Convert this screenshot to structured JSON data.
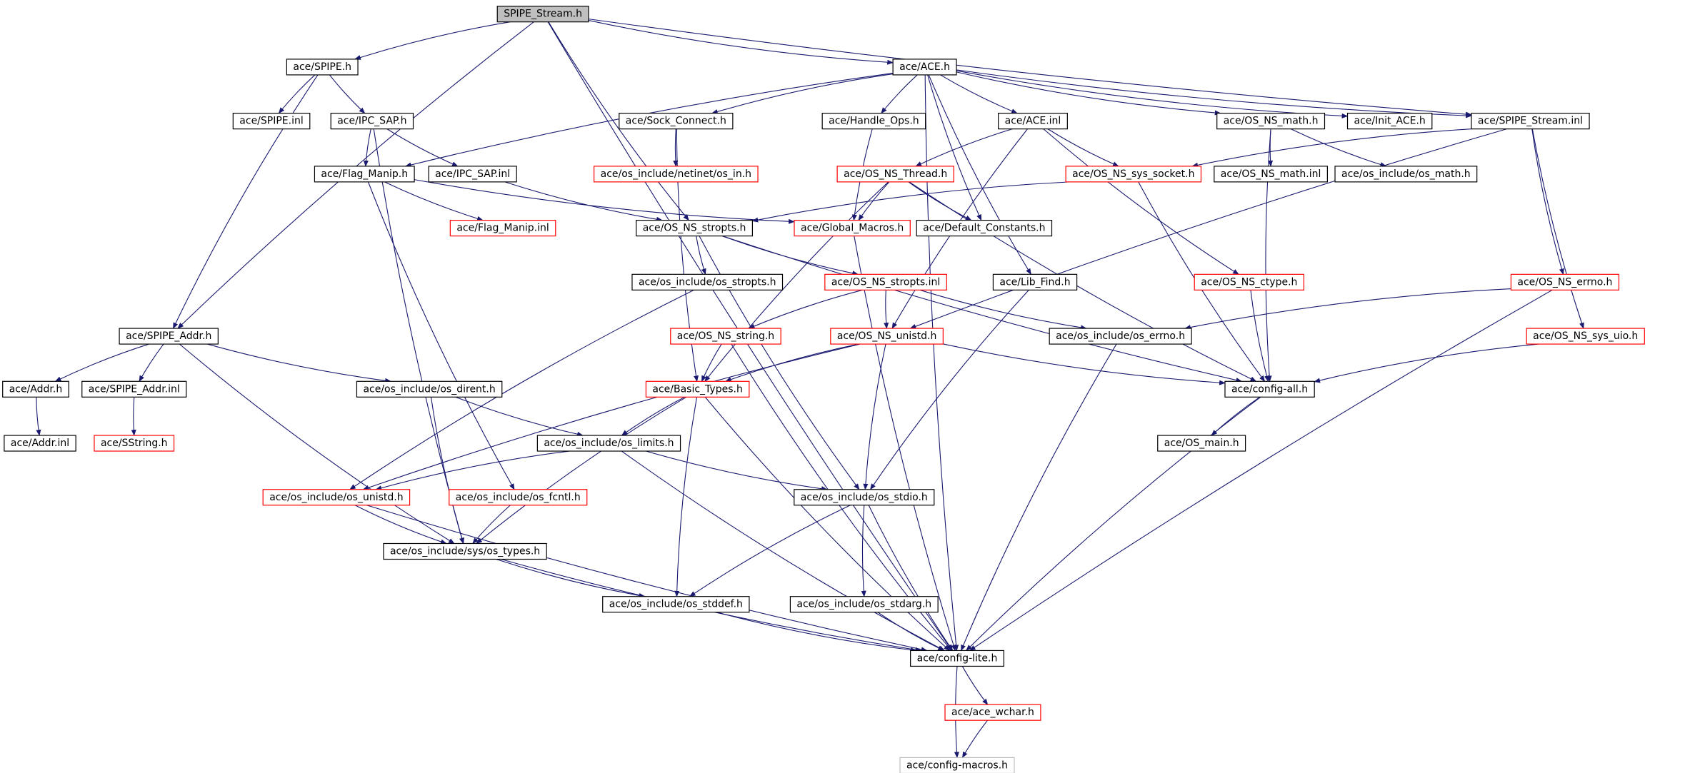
{
  "colors": {
    "edge": "#191970",
    "border_normal": "#000000",
    "border_truncated": "#ff0000",
    "border_external": "#bfbfbf",
    "root_fill": "#bfbfbf",
    "fill": "#ffffff"
  },
  "nodes": [
    {
      "id": "spipe_stream_h",
      "label": "SPIPE_Stream.h",
      "kind": "root"
    },
    {
      "id": "ace_spipe_h",
      "label": "ace/SPIPE.h",
      "kind": "normal"
    },
    {
      "id": "ace_ace_h",
      "label": "ace/ACE.h",
      "kind": "normal"
    },
    {
      "id": "ace_spipe_inl",
      "label": "ace/SPIPE.inl",
      "kind": "normal"
    },
    {
      "id": "ace_ipc_sap_h",
      "label": "ace/IPC_SAP.h",
      "kind": "normal"
    },
    {
      "id": "ace_sock_connect_h",
      "label": "ace/Sock_Connect.h",
      "kind": "normal"
    },
    {
      "id": "ace_handle_ops_h",
      "label": "ace/Handle_Ops.h",
      "kind": "normal"
    },
    {
      "id": "ace_ace_inl",
      "label": "ace/ACE.inl",
      "kind": "normal"
    },
    {
      "id": "ace_os_ns_math_h",
      "label": "ace/OS_NS_math.h",
      "kind": "normal"
    },
    {
      "id": "ace_init_ace_h",
      "label": "ace/Init_ACE.h",
      "kind": "normal"
    },
    {
      "id": "ace_spipe_stream_inl",
      "label": "ace/SPIPE_Stream.inl",
      "kind": "normal"
    },
    {
      "id": "ace_flag_manip_h",
      "label": "ace/Flag_Manip.h",
      "kind": "normal"
    },
    {
      "id": "ace_ipc_sap_inl",
      "label": "ace/IPC_SAP.inl",
      "kind": "normal"
    },
    {
      "id": "os_in_h",
      "label": "ace/os_include/netinet/os_in.h",
      "kind": "truncated"
    },
    {
      "id": "ace_os_ns_thread_h",
      "label": "ace/OS_NS_Thread.h",
      "kind": "truncated"
    },
    {
      "id": "ace_os_ns_sys_socket_h",
      "label": "ace/OS_NS_sys_socket.h",
      "kind": "truncated"
    },
    {
      "id": "ace_os_ns_math_inl",
      "label": "ace/OS_NS_math.inl",
      "kind": "normal"
    },
    {
      "id": "os_math_h",
      "label": "ace/os_include/os_math.h",
      "kind": "normal"
    },
    {
      "id": "ace_flag_manip_inl",
      "label": "ace/Flag_Manip.inl",
      "kind": "truncated"
    },
    {
      "id": "ace_os_ns_stropts_h",
      "label": "ace/OS_NS_stropts.h",
      "kind": "normal"
    },
    {
      "id": "ace_global_macros_h",
      "label": "ace/Global_Macros.h",
      "kind": "truncated"
    },
    {
      "id": "ace_default_constants_h",
      "label": "ace/Default_Constants.h",
      "kind": "normal"
    },
    {
      "id": "os_stropts_h",
      "label": "ace/os_include/os_stropts.h",
      "kind": "normal"
    },
    {
      "id": "ace_os_ns_stropts_inl",
      "label": "ace/OS_NS_stropts.inl",
      "kind": "truncated"
    },
    {
      "id": "ace_lib_find_h",
      "label": "ace/Lib_Find.h",
      "kind": "normal"
    },
    {
      "id": "ace_os_ns_ctype_h",
      "label": "ace/OS_NS_ctype.h",
      "kind": "truncated"
    },
    {
      "id": "ace_os_ns_errno_h",
      "label": "ace/OS_NS_errno.h",
      "kind": "truncated"
    },
    {
      "id": "ace_spipe_addr_h",
      "label": "ace/SPIPE_Addr.h",
      "kind": "normal"
    },
    {
      "id": "ace_os_ns_string_h",
      "label": "ace/OS_NS_string.h",
      "kind": "truncated"
    },
    {
      "id": "ace_os_ns_unistd_h",
      "label": "ace/OS_NS_unistd.h",
      "kind": "truncated"
    },
    {
      "id": "os_errno_h",
      "label": "ace/os_include/os_errno.h",
      "kind": "normal"
    },
    {
      "id": "ace_os_ns_sys_uio_h",
      "label": "ace/OS_NS_sys_uio.h",
      "kind": "truncated"
    },
    {
      "id": "ace_addr_h",
      "label": "ace/Addr.h",
      "kind": "normal"
    },
    {
      "id": "ace_spipe_addr_inl",
      "label": "ace/SPIPE_Addr.inl",
      "kind": "normal"
    },
    {
      "id": "os_dirent_h",
      "label": "ace/os_include/os_dirent.h",
      "kind": "normal"
    },
    {
      "id": "ace_basic_types_h",
      "label": "ace/Basic_Types.h",
      "kind": "truncated"
    },
    {
      "id": "ace_config_all_h",
      "label": "ace/config-all.h",
      "kind": "normal"
    },
    {
      "id": "ace_addr_inl",
      "label": "ace/Addr.inl",
      "kind": "normal"
    },
    {
      "id": "ace_sstring_h",
      "label": "ace/SString.h",
      "kind": "truncated"
    },
    {
      "id": "os_limits_h",
      "label": "ace/os_include/os_limits.h",
      "kind": "normal"
    },
    {
      "id": "ace_os_main_h",
      "label": "ace/OS_main.h",
      "kind": "normal"
    },
    {
      "id": "os_unistd_h",
      "label": "ace/os_include/os_unistd.h",
      "kind": "truncated"
    },
    {
      "id": "os_fcntl_h",
      "label": "ace/os_include/os_fcntl.h",
      "kind": "truncated"
    },
    {
      "id": "os_stdio_h",
      "label": "ace/os_include/os_stdio.h",
      "kind": "normal"
    },
    {
      "id": "sys_os_types_h",
      "label": "ace/os_include/sys/os_types.h",
      "kind": "normal"
    },
    {
      "id": "os_stddef_h",
      "label": "ace/os_include/os_stddef.h",
      "kind": "normal"
    },
    {
      "id": "os_stdarg_h",
      "label": "ace/os_include/os_stdarg.h",
      "kind": "normal"
    },
    {
      "id": "ace_config_lite_h",
      "label": "ace/config-lite.h",
      "kind": "normal"
    },
    {
      "id": "ace_ace_wchar_h",
      "label": "ace/ace_wchar.h",
      "kind": "truncated"
    },
    {
      "id": "ace_config_macros_h",
      "label": "ace/config-macros.h",
      "kind": "external"
    }
  ],
  "edges": [
    [
      "spipe_stream_h",
      "ace_spipe_h"
    ],
    [
      "spipe_stream_h",
      "ace_ace_h"
    ],
    [
      "spipe_stream_h",
      "ace_spipe_addr_h"
    ],
    [
      "spipe_stream_h",
      "ace_os_ns_stropts_h"
    ],
    [
      "spipe_stream_h",
      "ace_spipe_stream_inl"
    ],
    [
      "spipe_stream_h",
      "ace_config_lite_h"
    ],
    [
      "ace_spipe_h",
      "ace_spipe_inl"
    ],
    [
      "ace_spipe_h",
      "ace_ipc_sap_h"
    ],
    [
      "ace_spipe_h",
      "ace_spipe_addr_h"
    ],
    [
      "ace_ipc_sap_h",
      "ace_flag_manip_h"
    ],
    [
      "ace_ipc_sap_h",
      "ace_ipc_sap_inl"
    ],
    [
      "ace_ipc_sap_h",
      "sys_os_types_h"
    ],
    [
      "ace_ipc_sap_inl",
      "ace_os_ns_stropts_h"
    ],
    [
      "ace_flag_manip_h",
      "ace_flag_manip_inl"
    ],
    [
      "ace_flag_manip_h",
      "ace_global_macros_h"
    ],
    [
      "ace_flag_manip_h",
      "os_fcntl_h"
    ],
    [
      "ace_ace_h",
      "ace_flag_manip_h"
    ],
    [
      "ace_ace_h",
      "ace_sock_connect_h"
    ],
    [
      "ace_ace_h",
      "ace_handle_ops_h"
    ],
    [
      "ace_ace_h",
      "ace_ace_inl"
    ],
    [
      "ace_ace_h",
      "ace_os_ns_math_h"
    ],
    [
      "ace_ace_h",
      "ace_init_ace_h"
    ],
    [
      "ace_ace_h",
      "ace_lib_find_h"
    ],
    [
      "ace_ace_h",
      "ace_default_constants_h"
    ],
    [
      "ace_ace_h",
      "ace_spipe_stream_inl"
    ],
    [
      "ace_ace_h",
      "ace_config_lite_h"
    ],
    [
      "ace_sock_connect_h",
      "os_in_h"
    ],
    [
      "ace_sock_connect_h",
      "ace_basic_types_h"
    ],
    [
      "ace_handle_ops_h",
      "ace_global_macros_h"
    ],
    [
      "ace_ace_inl",
      "ace_os_ns_thread_h"
    ],
    [
      "ace_ace_inl",
      "ace_os_ns_sys_socket_h"
    ],
    [
      "ace_ace_inl",
      "ace_os_ns_ctype_h"
    ],
    [
      "ace_ace_inl",
      "ace_os_ns_unistd_h"
    ],
    [
      "ace_os_ns_thread_h",
      "ace_global_macros_h"
    ],
    [
      "ace_os_ns_thread_h",
      "ace_default_constants_h"
    ],
    [
      "ace_os_ns_thread_h",
      "ace_basic_types_h"
    ],
    [
      "ace_os_ns_thread_h",
      "ace_config_all_h"
    ],
    [
      "ace_os_ns_sys_socket_h",
      "ace_os_ns_stropts_h"
    ],
    [
      "ace_os_ns_sys_socket_h",
      "ace_config_all_h"
    ],
    [
      "ace_os_ns_math_h",
      "ace_os_ns_math_inl"
    ],
    [
      "ace_os_ns_math_h",
      "os_math_h"
    ],
    [
      "ace_os_ns_math_h",
      "ace_config_all_h"
    ],
    [
      "ace_spipe_stream_inl",
      "ace_os_ns_sys_socket_h"
    ],
    [
      "ace_spipe_stream_inl",
      "ace_os_ns_errno_h"
    ],
    [
      "ace_spipe_stream_inl",
      "ace_os_ns_sys_uio_h"
    ],
    [
      "ace_spipe_stream_inl",
      "ace_os_ns_unistd_h"
    ],
    [
      "ace_os_ns_stropts_h",
      "os_stropts_h"
    ],
    [
      "ace_os_ns_stropts_h",
      "ace_os_ns_stropts_inl"
    ],
    [
      "ace_os_ns_stropts_h",
      "os_stdio_h"
    ],
    [
      "ace_os_ns_stropts_h",
      "ace_config_all_h"
    ],
    [
      "ace_global_macros_h",
      "ace_config_lite_h"
    ],
    [
      "ace_os_ns_stropts_inl",
      "ace_os_ns_string_h"
    ],
    [
      "ace_os_ns_stropts_inl",
      "ace_os_ns_unistd_h"
    ],
    [
      "ace_os_ns_stropts_inl",
      "os_errno_h"
    ],
    [
      "ace_lib_find_h",
      "os_stdio_h"
    ],
    [
      "ace_os_ns_ctype_h",
      "ace_config_all_h"
    ],
    [
      "ace_os_ns_errno_h",
      "os_errno_h"
    ],
    [
      "ace_os_ns_errno_h",
      "ace_config_lite_h"
    ],
    [
      "ace_os_ns_sys_uio_h",
      "ace_config_all_h"
    ],
    [
      "os_stropts_h",
      "os_unistd_h"
    ],
    [
      "ace_os_ns_string_h",
      "ace_basic_types_h"
    ],
    [
      "ace_os_ns_string_h",
      "ace_config_lite_h"
    ],
    [
      "ace_os_ns_unistd_h",
      "ace_basic_types_h"
    ],
    [
      "ace_os_ns_unistd_h",
      "os_unistd_h"
    ],
    [
      "ace_os_ns_unistd_h",
      "os_stdio_h"
    ],
    [
      "ace_os_ns_unistd_h",
      "ace_config_all_h"
    ],
    [
      "os_errno_h",
      "ace_config_lite_h"
    ],
    [
      "ace_spipe_addr_h",
      "ace_addr_h"
    ],
    [
      "ace_spipe_addr_h",
      "ace_spipe_addr_inl"
    ],
    [
      "ace_spipe_addr_h",
      "os_dirent_h"
    ],
    [
      "ace_spipe_addr_h",
      "sys_os_types_h"
    ],
    [
      "ace_addr_h",
      "ace_addr_inl"
    ],
    [
      "ace_spipe_addr_inl",
      "ace_sstring_h"
    ],
    [
      "os_dirent_h",
      "os_limits_h"
    ],
    [
      "os_dirent_h",
      "sys_os_types_h"
    ],
    [
      "ace_basic_types_h",
      "os_limits_h"
    ],
    [
      "ace_basic_types_h",
      "sys_os_types_h"
    ],
    [
      "ace_basic_types_h",
      "os_stddef_h"
    ],
    [
      "ace_basic_types_h",
      "ace_config_lite_h"
    ],
    [
      "ace_config_all_h",
      "ace_os_main_h"
    ],
    [
      "ace_config_all_h",
      "ace_config_lite_h"
    ],
    [
      "os_limits_h",
      "os_unistd_h"
    ],
    [
      "os_limits_h",
      "os_stdio_h"
    ],
    [
      "os_limits_h",
      "ace_config_lite_h"
    ],
    [
      "os_unistd_h",
      "sys_os_types_h"
    ],
    [
      "os_unistd_h",
      "ace_config_lite_h"
    ],
    [
      "os_fcntl_h",
      "sys_os_types_h"
    ],
    [
      "os_stdio_h",
      "os_stddef_h"
    ],
    [
      "os_stdio_h",
      "os_stdarg_h"
    ],
    [
      "os_stdio_h",
      "ace_config_lite_h"
    ],
    [
      "sys_os_types_h",
      "os_stddef_h"
    ],
    [
      "sys_os_types_h",
      "ace_config_lite_h"
    ],
    [
      "os_stddef_h",
      "ace_config_lite_h"
    ],
    [
      "os_stdarg_h",
      "ace_config_lite_h"
    ],
    [
      "ace_config_lite_h",
      "ace_ace_wchar_h"
    ],
    [
      "ace_config_lite_h",
      "ace_config_macros_h"
    ],
    [
      "ace_ace_wchar_h",
      "ace_config_macros_h"
    ]
  ]
}
